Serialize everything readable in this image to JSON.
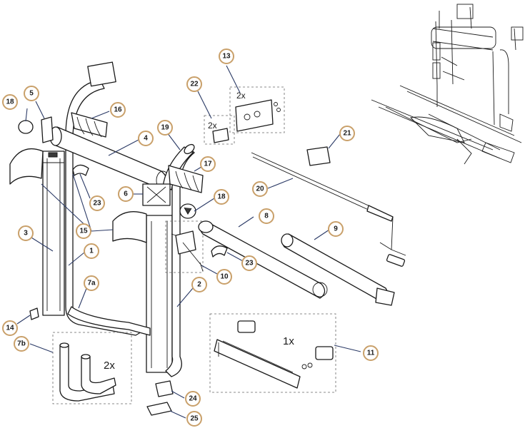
{
  "callouts": [
    {
      "label": "1"
    },
    {
      "label": "2"
    },
    {
      "label": "3"
    },
    {
      "label": "4"
    },
    {
      "label": "5"
    },
    {
      "label": "6"
    },
    {
      "label": "7a"
    },
    {
      "label": "7b"
    },
    {
      "label": "8"
    },
    {
      "label": "9"
    },
    {
      "label": "10"
    },
    {
      "label": "11"
    },
    {
      "label": "13"
    },
    {
      "label": "14"
    },
    {
      "label": "15"
    },
    {
      "label": "16"
    },
    {
      "label": "17"
    },
    {
      "label": "18"
    },
    {
      "label": "18"
    },
    {
      "label": "19"
    },
    {
      "label": "20"
    },
    {
      "label": "21"
    },
    {
      "label": "22"
    },
    {
      "label": "23"
    },
    {
      "label": "23"
    },
    {
      "label": "24"
    },
    {
      "label": "25"
    }
  ],
  "quantities": {
    "part_13": "2x",
    "part_22": "2x",
    "part_11": "1x",
    "part_7b": "2x"
  },
  "colors": {
    "callout_ring": "#c9a06a",
    "leader": "#2b3a66",
    "line": "#1a1a1a"
  }
}
